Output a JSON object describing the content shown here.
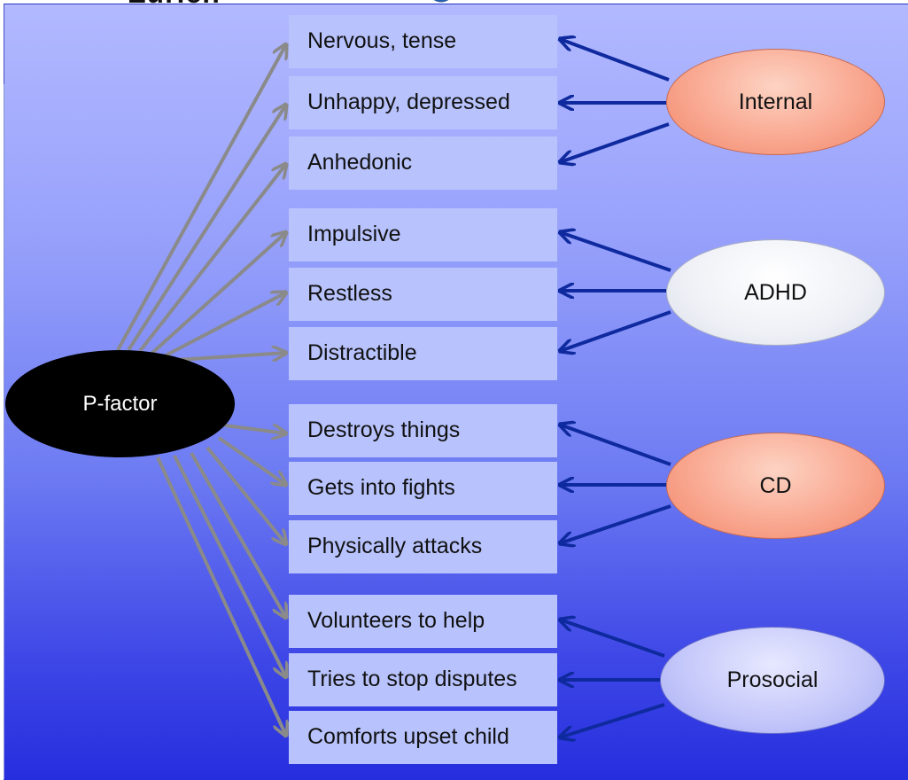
{
  "header": {
    "logo_text": "Zürich"
  },
  "latent": {
    "general": "P-factor",
    "factors": [
      "Internal",
      "ADHD",
      "CD",
      "Prosocial"
    ]
  },
  "items": [
    "Nervous, tense",
    "Unhappy, depressed",
    "Anhedonic",
    "Impulsive",
    "Restless",
    "Distractible",
    "Destroys things",
    "Gets into fights",
    "Physically attacks",
    "Volunteers to help",
    "Tries to stop disputes",
    "Comforts upset child"
  ],
  "colors": {
    "general_arrow": "#8a8a8a",
    "factor_arrow": "#0f2a9e",
    "item_box": "#b8c3fd",
    "general_factor_fill": "#000000"
  }
}
